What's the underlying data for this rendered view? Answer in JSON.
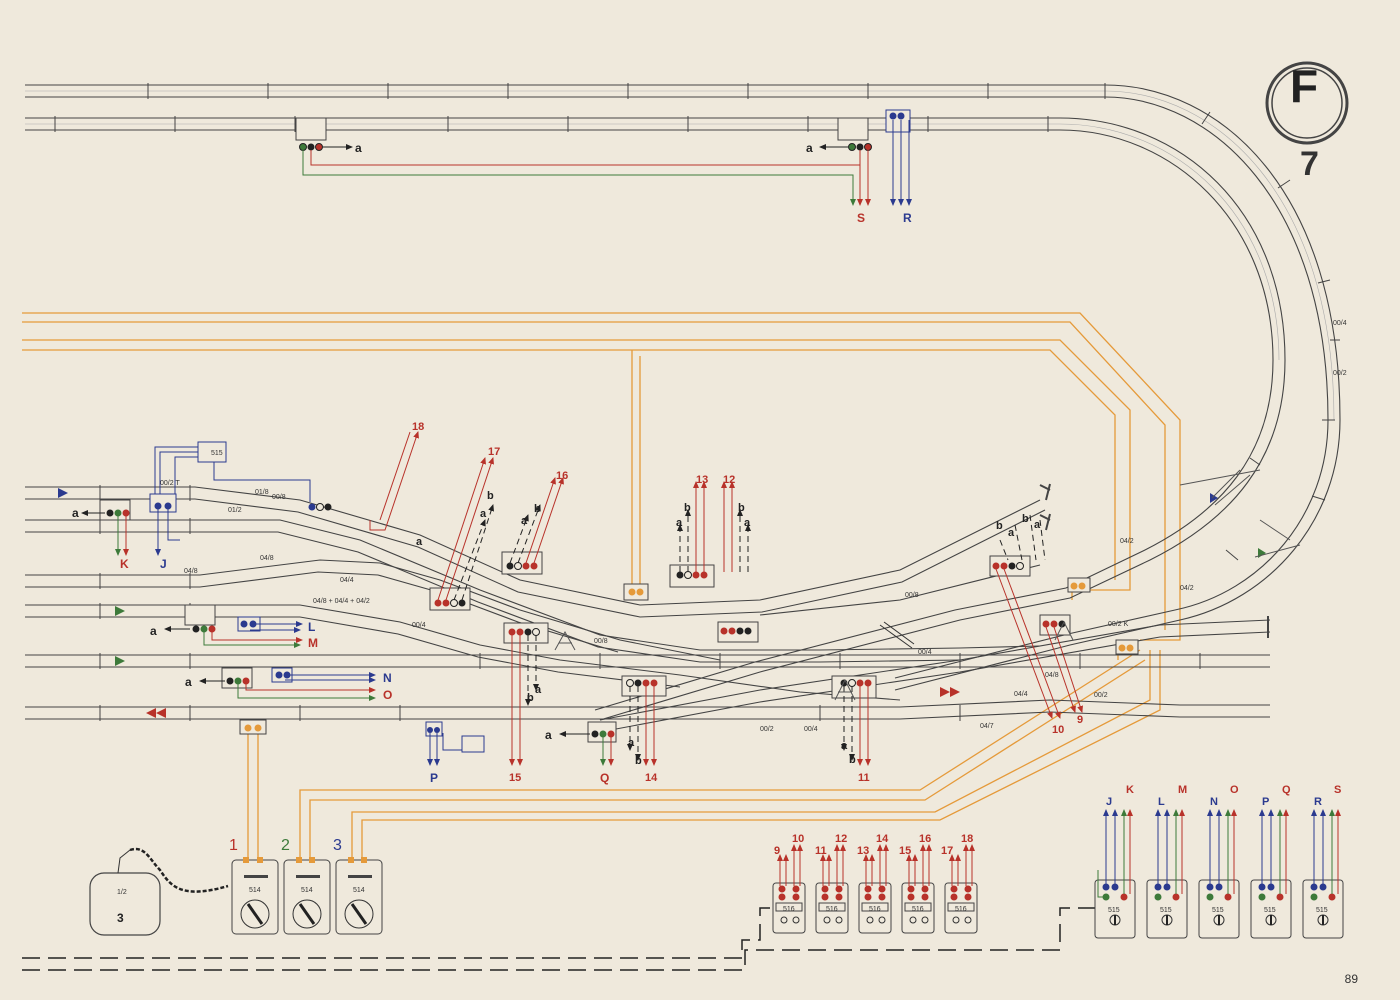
{
  "logo": {
    "letter": "F"
  },
  "page_number_badge": "7",
  "page_footer": "89",
  "track_labels": [
    "00/2 T",
    "01/8",
    "00/8",
    "01/2",
    "04/8",
    "04/8",
    "04/4",
    "04/8 + 04/4 + 04/2",
    "00/4",
    "00/8",
    "04/2",
    "04/2",
    "00/8",
    "00/2 K",
    "00/4",
    "04/8",
    "04/4",
    "00/2",
    "04/7",
    "00/2",
    "00/4",
    "00/4",
    "00/2"
  ],
  "signal_outputs": {
    "top": [
      "a",
      "a"
    ],
    "left": [
      "a",
      "a",
      "a",
      "a"
    ]
  },
  "wire_letters": [
    "S",
    "R",
    "K",
    "J",
    "L",
    "M",
    "N",
    "O",
    "P",
    "Q"
  ],
  "route_numbers": [
    "18",
    "17",
    "16",
    "13",
    "12",
    "15",
    "14",
    "11",
    "10",
    "9"
  ],
  "route_sub_labels": {
    "ab": [
      "b",
      "a"
    ]
  },
  "transformer": {
    "model": "1/2",
    "number": "3"
  },
  "controllers": [
    {
      "number": "1",
      "model": "514"
    },
    {
      "number": "2",
      "model": "514"
    },
    {
      "number": "3",
      "model": "514"
    }
  ],
  "switch_boxes_516": [
    {
      "model": "516",
      "outputs": [
        "9",
        "10"
      ]
    },
    {
      "model": "516",
      "outputs": [
        "11",
        "12"
      ]
    },
    {
      "model": "516",
      "outputs": [
        "13",
        "14"
      ]
    },
    {
      "model": "516",
      "outputs": [
        "15",
        "16"
      ]
    },
    {
      "model": "516",
      "outputs": [
        "17",
        "18"
      ]
    }
  ],
  "switch_boxes_515": [
    {
      "model": "515",
      "outputs": [
        "J",
        "K"
      ]
    },
    {
      "model": "515",
      "outputs": [
        "L",
        "M"
      ]
    },
    {
      "model": "515",
      "outputs": [
        "N",
        "O"
      ]
    },
    {
      "model": "515",
      "outputs": [
        "P",
        "Q"
      ]
    },
    {
      "model": "515",
      "outputs": [
        "R",
        "S"
      ]
    }
  ],
  "small_module_label": "515",
  "colors": {
    "background": "#efe9dc",
    "track": "#444444",
    "red": "#b8322a",
    "blue": "#2b3a8f",
    "green": "#3d7a3a",
    "orange": "#e59a3a"
  }
}
